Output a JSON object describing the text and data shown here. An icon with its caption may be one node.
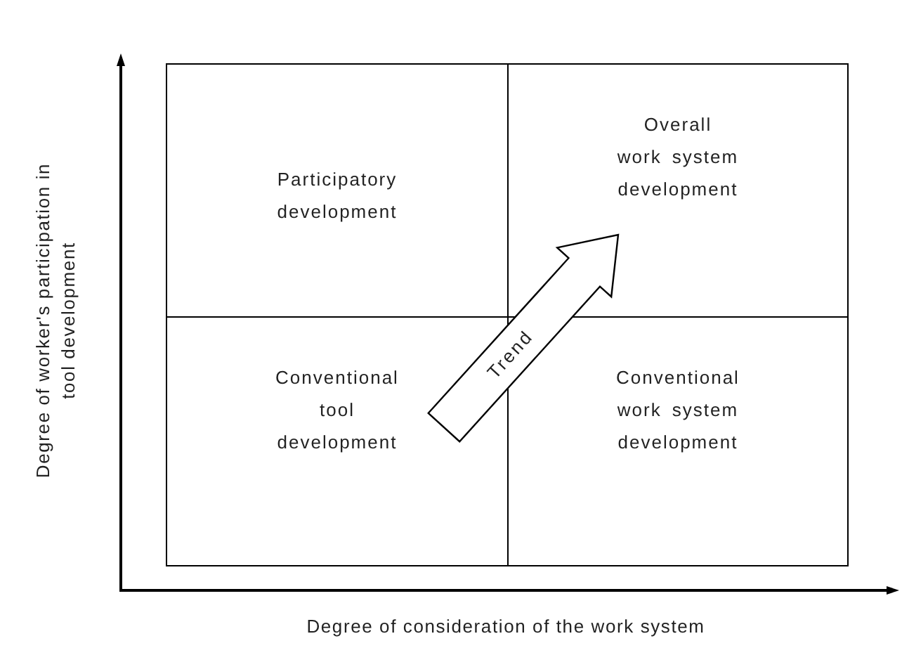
{
  "diagram": {
    "nodes": [
      {
        "text": [
          "Participatory development"
        ]
      },
      {
        "text": [
          "Overall work system development"
        ]
      },
      {
        "text": [
          "Conventional tool development"
        ]
      },
      {
        "text": [
          "Conventional work system development"
        ]
      }
    ],
    "edges": [
      {
        "from": 2,
        "to": 1,
        "arrow": "to",
        "label": "Trend",
        "style": "thick"
      }
    ],
    "labels": [
      "Degree of worker's participation in tool development",
      "Degree of consideration of the work system"
    ]
  }
}
